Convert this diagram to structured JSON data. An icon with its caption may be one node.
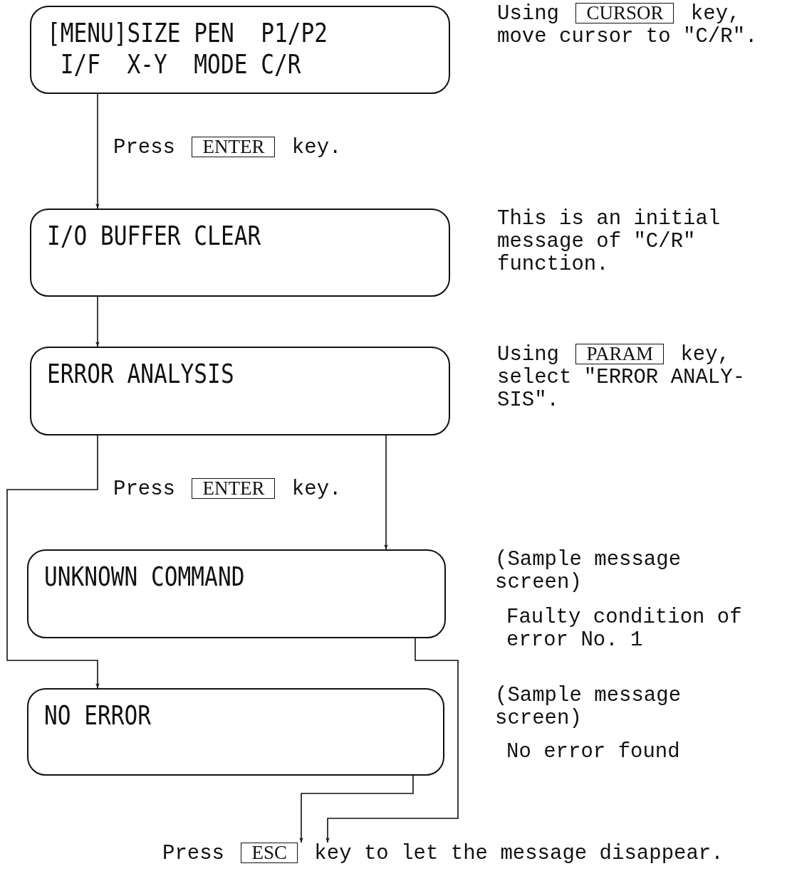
{
  "diagram": {
    "nodes": [
      {
        "text": [
          "[MENU]SIZE PEN  P1/P2",
          " I/F  X-Y  MODE C/R"
        ],
        "beside": [
          "Using **CURSOR** key, move cursor to \"C/R\"."
        ]
      },
      {
        "text": [
          "I/O BUFFER CLEAR"
        ],
        "beside": [
          "This is an initial message of \"C/R\" function."
        ]
      },
      {
        "text": [
          "ERROR ANALYSIS"
        ],
        "beside": [
          "Using **PARAM** key, select \"ERROR ANALY- SIS\"."
        ]
      },
      {
        "text": [
          "UNKNOWN COMMAND"
        ],
        "beside": [
          "(Sample message screen)",
          "Faulty condition of error No. 1"
        ]
      },
      {
        "text": [
          "NO ERROR"
        ],
        "beside": [
          "(Sample message screen)",
          "No error found"
        ]
      },
      {
        "text": [
          "Press **ESC** key to let the message disappear."
        ]
      }
    ],
    "edges": [
      {
        "from": 0,
        "to": 1,
        "arrow": "to",
        "label": "Press **ENTER** key."
      },
      {
        "from": 1,
        "to": 2,
        "arrow": "to"
      },
      {
        "from": 2,
        "to": 4,
        "arrow": "to",
        "label": "Press **ENTER** key."
      },
      {
        "from": 2,
        "to": 3,
        "arrow": "to"
      },
      {
        "from": 3,
        "to": 5,
        "arrow": "to"
      },
      {
        "from": 4,
        "to": 5,
        "arrow": "to"
      }
    ]
  }
}
